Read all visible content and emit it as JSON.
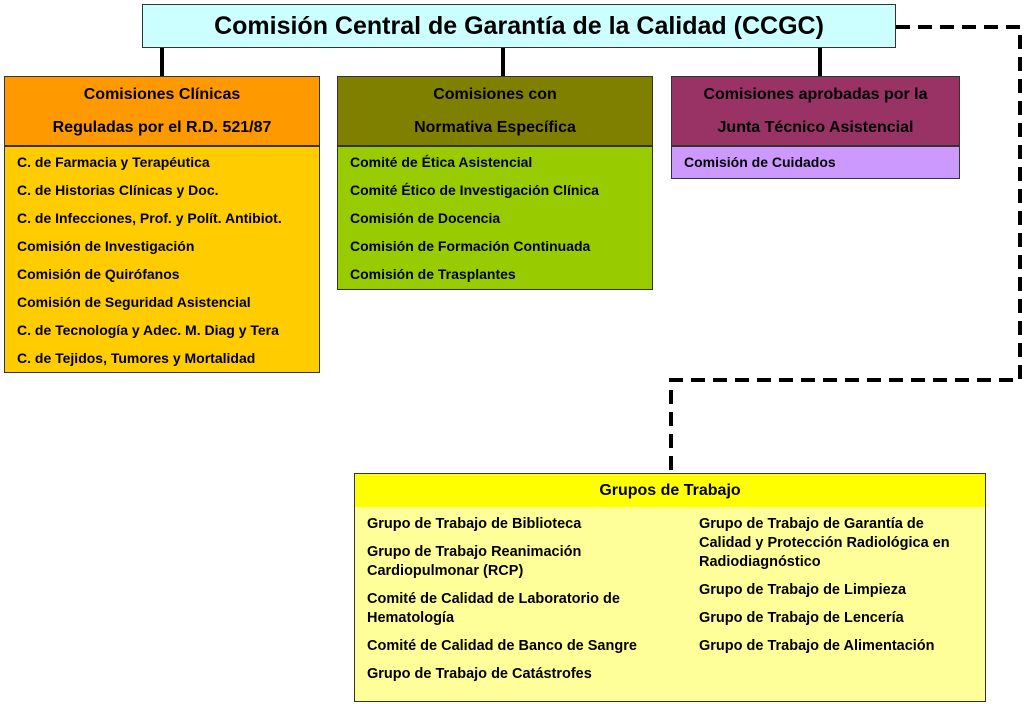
{
  "title": "Comisión Central de Garantía de la Calidad (CCGC)",
  "columns": [
    {
      "header_line1": "Comisiones Clínicas",
      "header_line2": "Reguladas por el R.D. 521/87",
      "header_color": "#ff9900",
      "list_color": "#ffcc00",
      "items": [
        "C. de Farmacia y Terapéutica",
        "C. de Historias Clínicas y Doc.",
        "C. de Infecciones, Prof. y Polít. Antibiot.",
        "Comisión de Investigación",
        "Comisión de Quirófanos",
        "Comisión de Seguridad Asistencial",
        "C. de Tecnología y Adec. M. Diag y Tera",
        "C. de Tejidos, Tumores y Mortalidad"
      ]
    },
    {
      "header_line1": "Comisiones con",
      "header_line2": "Normativa Específica",
      "header_color": "#808000",
      "list_color": "#99cc00",
      "items": [
        "Comité de Ética Asistencial",
        "Comité Ético de Investigación Clínica",
        "Comisión de Docencia",
        "Comisión de Formación Continuada",
        "Comisión de Trasplantes"
      ]
    },
    {
      "header_line1": "Comisiones aprobadas por la",
      "header_line2": "Junta Técnico Asistencial",
      "header_color": "#993366",
      "list_color": "#cc99ff",
      "items": [
        "Comisión de Cuidados"
      ]
    }
  ],
  "grupos": {
    "header": "Grupos de Trabajo",
    "left": [
      "Grupo de Trabajo de Biblioteca",
      "Grupo de Trabajo Reanimación Cardiopulmonar (RCP)",
      "Comité de Calidad de Laboratorio de Hematología",
      "Comité de Calidad de Banco de Sangre",
      "Grupo de Trabajo de Catástrofes"
    ],
    "right": [
      "Grupo de Trabajo de Garantía de Calidad y Protección Radiológica en Radiodiagnóstico",
      "Grupo de Trabajo de Limpieza",
      "Grupo de Trabajo de Lencería",
      "Grupo de Trabajo de Alimentación"
    ]
  }
}
